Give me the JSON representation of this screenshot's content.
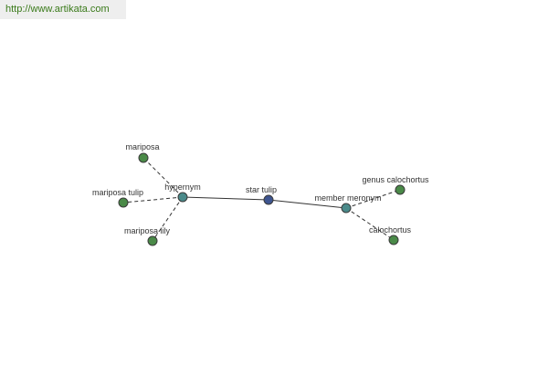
{
  "header": {
    "url": "http://www.artikata.com",
    "link_color": "#3a7a1a"
  },
  "colors": {
    "center": "#3e5590",
    "relation": "#4a8a8a",
    "leaf": "#4a8a48"
  },
  "nodes": [
    {
      "id": "star-tulip",
      "label": "star tulip",
      "kind": "center"
    },
    {
      "id": "hypernym",
      "label": "hypernym",
      "kind": "relation"
    },
    {
      "id": "member-meronym",
      "label": "member meronym",
      "kind": "relation"
    },
    {
      "id": "mariposa",
      "label": "mariposa",
      "kind": "leaf"
    },
    {
      "id": "mariposa-tulip",
      "label": "mariposa tulip",
      "kind": "leaf"
    },
    {
      "id": "mariposa-lily",
      "label": "mariposa lily",
      "kind": "leaf"
    },
    {
      "id": "genus-calochortus",
      "label": "genus calochortus",
      "kind": "leaf"
    },
    {
      "id": "calochortus",
      "label": "calochortus",
      "kind": "leaf"
    }
  ],
  "edges": [
    {
      "from": "star-tulip",
      "to": "hypernym",
      "style": "solid"
    },
    {
      "from": "star-tulip",
      "to": "member-meronym",
      "style": "solid"
    },
    {
      "from": "hypernym",
      "to": "mariposa",
      "style": "dashed"
    },
    {
      "from": "hypernym",
      "to": "mariposa-tulip",
      "style": "dashed"
    },
    {
      "from": "hypernym",
      "to": "mariposa-lily",
      "style": "dashed"
    },
    {
      "from": "member-meronym",
      "to": "genus-calochortus",
      "style": "dashed"
    },
    {
      "from": "member-meronym",
      "to": "calochortus",
      "style": "dashed"
    }
  ]
}
